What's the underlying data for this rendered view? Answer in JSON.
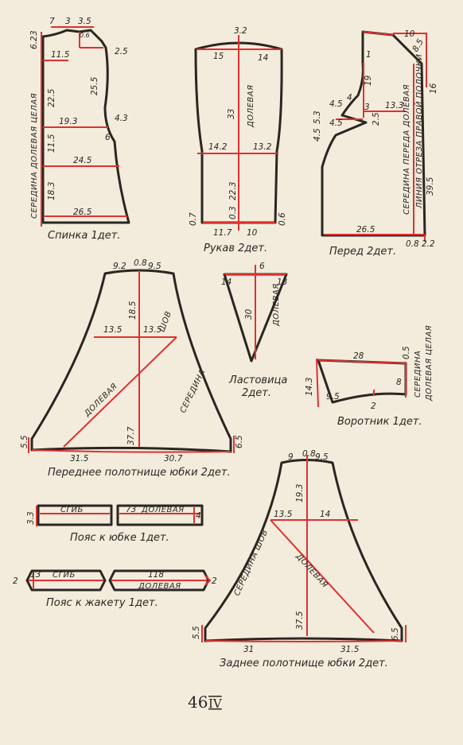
{
  "page_number": "46",
  "page_section": "IV",
  "pieces": {
    "back": {
      "caption": "Спинка 1дет.",
      "grain": "СЕРЕДИНА ДОЛЕВАЯ ЦЕЛАЯ",
      "dims": [
        "7",
        "3",
        "3.5",
        "0.6",
        "6.2",
        "3",
        "11.5",
        "2.5",
        "22.5",
        "25.5",
        "4.3",
        "19.3",
        "6",
        "11.5",
        "24.5",
        "18.3",
        "26.5"
      ]
    },
    "sleeve": {
      "caption": "Рукав 2дет.",
      "grain": "ДОЛЕВАЯ",
      "dims": [
        "3.2",
        "15",
        "14",
        "33",
        "14.2",
        "13.2",
        "22.3",
        "0.3",
        "0.7",
        "0.6",
        "11.7",
        "10"
      ]
    },
    "front": {
      "caption": "Перед 2дет.",
      "grain": "СЕРЕДИНА ПЕРЕДА ДОЛЕВАЯ",
      "line_label": "ЛИНИЯ ОТРЕЗА ПРАВОЙ ПОЛОЧКИ",
      "dims": [
        "10",
        "8.5",
        "1",
        "19",
        "16",
        "4",
        "4.5",
        "3",
        "2.5",
        "13.3",
        "4.5",
        "4.5",
        "5.3",
        "39.5",
        "26.5",
        "0.8",
        "2.2"
      ]
    },
    "front_skirt": {
      "caption": "Переднее полотнище юбки 2дет.",
      "grain": "ДОЛЕВАЯ",
      "seam": "ШОВ",
      "center": "СЕРЕДИНА",
      "dims": [
        "9.2",
        "0.8",
        "9.5",
        "18.5",
        "13.5",
        "13.5",
        "37.7",
        "5.5",
        "31.5",
        "30.7",
        "6.5"
      ]
    },
    "gusset": {
      "caption_line1": "Ластовица",
      "caption_line2": "2дет.",
      "grain": "ДОЛЕВАЯ",
      "dims": [
        "14",
        "6",
        "13",
        "30"
      ]
    },
    "collar": {
      "caption": "Воротник 1дет.",
      "grain_line1": "СЕРЕДИНА",
      "grain_line2": "ДОЛЕВАЯ ЦЕЛАЯ",
      "dims": [
        "28",
        "0.5",
        "14.3",
        "9.5",
        "2",
        "8"
      ]
    },
    "skirt_belt": {
      "caption": "Пояс к юбке 1дет.",
      "fold": "СГИБ",
      "grain": "ДОЛЕВАЯ",
      "dims": [
        "3.3",
        "73",
        "4"
      ]
    },
    "jacket_belt": {
      "caption": "Пояс к жакету 1дет.",
      "fold": "СГИБ",
      "grain": "ДОЛЕВАЯ",
      "dims": [
        "2",
        "13",
        "118",
        "2"
      ]
    },
    "back_skirt": {
      "caption": "Заднее полотнище юбки 2дет.",
      "grain": "ДОЛЕВАЯ",
      "seam": "СЕРЕДИНА ШОВ",
      "dims": [
        "9",
        "0.8",
        "9.5",
        "19.3",
        "13.5",
        "14",
        "37.5",
        "5.5",
        "31",
        "31.5",
        "6.5"
      ]
    }
  }
}
